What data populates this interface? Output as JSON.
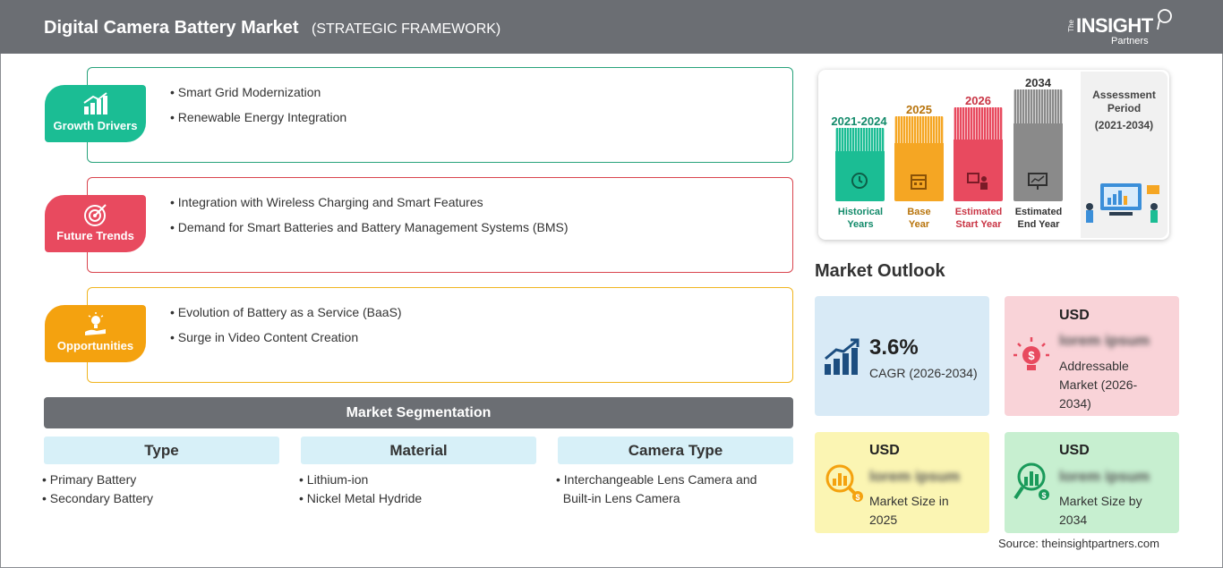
{
  "header": {
    "title": "Digital Camera Battery Market",
    "subtitle": "(STRATEGIC FRAMEWORK)",
    "logo_the": "The",
    "logo_main": "INSIGHT",
    "logo_partners": "Partners"
  },
  "framework": [
    {
      "label": "Growth Drivers",
      "color": "#1bbd94",
      "border": "#27a27a",
      "icon": "chart-growth-icon",
      "items": [
        "Smart Grid Modernization",
        "Renewable Energy Integration"
      ]
    },
    {
      "label": "Future Trends",
      "color": "#e84a5f",
      "border": "#d9444e",
      "icon": "target-icon",
      "items": [
        "Integration with Wireless Charging and Smart Features",
        "Demand for Smart Batteries and Battery Management Systems (BMS)"
      ]
    },
    {
      "label": "Opportunities",
      "color": "#f4a20f",
      "border": "#f0b520",
      "icon": "lightbulb-hand-icon",
      "items": [
        "Evolution of Battery as a Service (BaaS)",
        "Surge in Video Content Creation"
      ]
    }
  ],
  "segmentation": {
    "title": "Market Segmentation",
    "columns": [
      {
        "title": "Type",
        "items": [
          "Primary Battery",
          "Secondary Battery"
        ]
      },
      {
        "title": "Material",
        "items": [
          "Lithium-ion",
          "Nickel Metal Hydride"
        ]
      },
      {
        "title": "Camera Type",
        "items": [
          "Interchangeable Lens Camera and",
          "Built-in Lens Camera"
        ]
      }
    ]
  },
  "assessment": {
    "years": [
      {
        "year": "2021-2024",
        "caption1": "Historical",
        "caption2": "Years",
        "color": "#1bbd94",
        "text": "#128a6a",
        "icon": "history-icon"
      },
      {
        "year": "2025",
        "caption1": "Base",
        "caption2": "Year",
        "color": "#f5a623",
        "text": "#b8740c",
        "icon": "calendar-icon"
      },
      {
        "year": "2026",
        "caption1": "Estimated",
        "caption2": "Start Year",
        "color": "#e84a5f",
        "text": "#c93545",
        "icon": "presentation-icon"
      },
      {
        "year": "2034",
        "caption1": "Estimated",
        "caption2": "End Year",
        "color": "#8a8a8a",
        "text": "#333333",
        "icon": "monitor-chart-icon"
      }
    ],
    "label1": "Assessment",
    "label2": "Period",
    "range": "(2021-2034)"
  },
  "outlook": {
    "title": "Market Outlook",
    "cagr_value": "3.6%",
    "cagr_label": "CAGR (2026-2034)",
    "addressable_currency": "USD",
    "addressable_value": "lorem ipsum",
    "addressable_label1": "Addressable",
    "addressable_label2": "Market (2026-",
    "addressable_label3": "2034)",
    "size2025_currency": "USD",
    "size2025_value": "lorem ipsum",
    "size2025_label1": "Market Size in",
    "size2025_label2": "2025",
    "size2034_currency": "USD",
    "size2034_value": "lorem ipsum",
    "size2034_label1": "Market Size by",
    "size2034_label2": "2034"
  },
  "source": "Source: theinsightpartners.com"
}
